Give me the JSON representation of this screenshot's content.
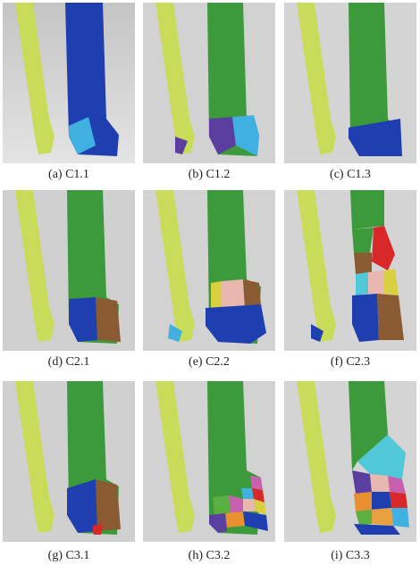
{
  "figure": {
    "panels": [
      {
        "label": "(a) C1.1"
      },
      {
        "label": "(b) C1.2"
      },
      {
        "label": "(c) C1.3"
      },
      {
        "label": "(d) C2.1"
      },
      {
        "label": "(e) C2.2"
      },
      {
        "label": "(f) C2.3"
      },
      {
        "label": "(g) C3.1"
      },
      {
        "label": "(h) C3.2"
      },
      {
        "label": "(i) C3.3"
      }
    ]
  },
  "colors": {
    "background": "#cfcfcf",
    "ulna": "#c9dc5a",
    "radius_shaft": "#3c9a3a",
    "blue": "#1f3fb0",
    "light_blue": "#3fb0e0",
    "purple": "#5a3fa0",
    "brown": "#8a5a32",
    "red": "#d8282a",
    "pink": "#e8b8b0",
    "yellow": "#d8d040",
    "cyan": "#50c8d8",
    "orange": "#e89030",
    "magenta": "#c860b0"
  }
}
